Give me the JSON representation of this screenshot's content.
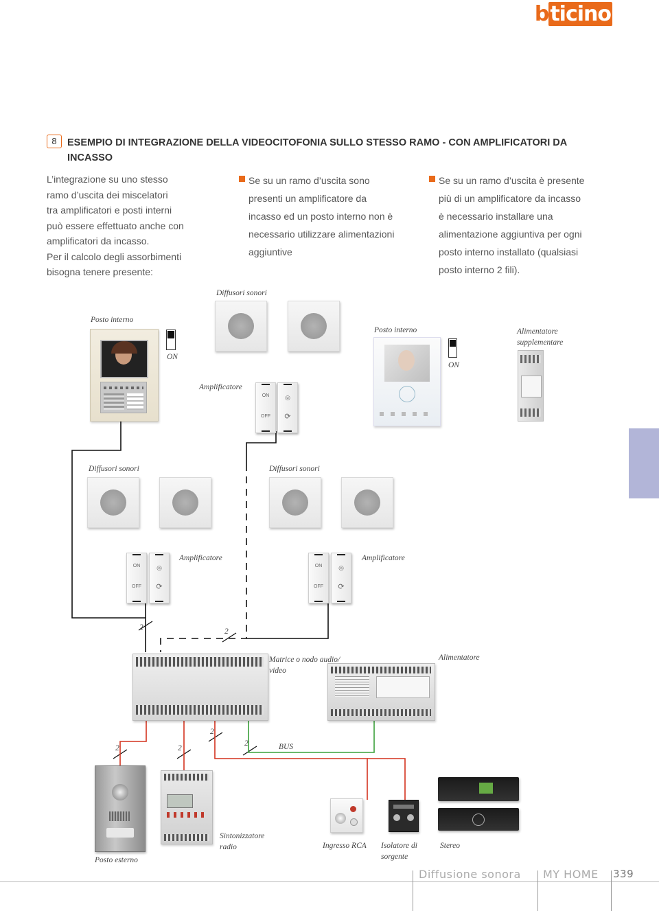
{
  "logo": {
    "text": "bticino",
    "accent_color": "#e96a1a"
  },
  "section": {
    "number": "8",
    "title": "ESEMPIO DI INTEGRAZIONE DELLA VIDEOCITOFONIA SULLO STESSO RAMO - CON AMPLIFICATORI DA INCASSO"
  },
  "intro": {
    "lines": [
      "L’integrazione su uno stesso",
      "ramo d’uscita dei miscelatori",
      "tra amplificatori e posti interni",
      "può essere effettuato anche con",
      "amplificatori da incasso.",
      "Per il calcolo degli assorbimenti",
      "bisogna tenere presente:"
    ]
  },
  "bullet1": {
    "lines": [
      "Se su un ramo d’uscita sono",
      "presenti un amplificatore da",
      "incasso ed un posto interno non è",
      "necessario utilizzare alimentazioni",
      "aggiuntive"
    ]
  },
  "bullet2": {
    "lines": [
      "Se su un ramo d’uscita è presente",
      "più di un amplificatore da incasso",
      "è necessario installare una",
      "alimentazione aggiuntiva per ogni",
      "posto interno installato (qualsiasi",
      "posto interno 2 fili)."
    ]
  },
  "diagram": {
    "labels": {
      "diffusori_top": "Diffusori sonori",
      "posto_interno_1": "Posto interno",
      "on_1": "ON",
      "amplificatore_top": "Amplificatore",
      "posto_interno_2": "Posto interno",
      "on_2": "ON",
      "alimentatore_supp": [
        "Alimentatore",
        "supplementare"
      ],
      "diffusori_left": "Diffusori sonori",
      "diffusori_mid": "Diffusori sonori",
      "amplificatore_left": "Amplificatore",
      "amplificatore_mid": "Amplificatore",
      "two": "2",
      "matrice": [
        "Matrice o nodo audio/",
        "video"
      ],
      "alimentatore": "Alimentatore",
      "bus": "BUS",
      "posto_esterno": "Posto esterno",
      "sintonizzatore": [
        "Sintonizzatore",
        "radio"
      ],
      "ingresso_rca": "Ingresso RCA",
      "isolatore": [
        "Isolatore di",
        "sorgente"
      ],
      "stereo": "Stereo",
      "amp_on": "ON",
      "amp_off": "OFF"
    },
    "wire_color_red": "#d4321e",
    "wire_color_green": "#3aa03a",
    "wire_color_black": "#111111"
  },
  "footer": {
    "section": "Diffusione sonora",
    "brand": "MY HOME",
    "page": "339"
  }
}
